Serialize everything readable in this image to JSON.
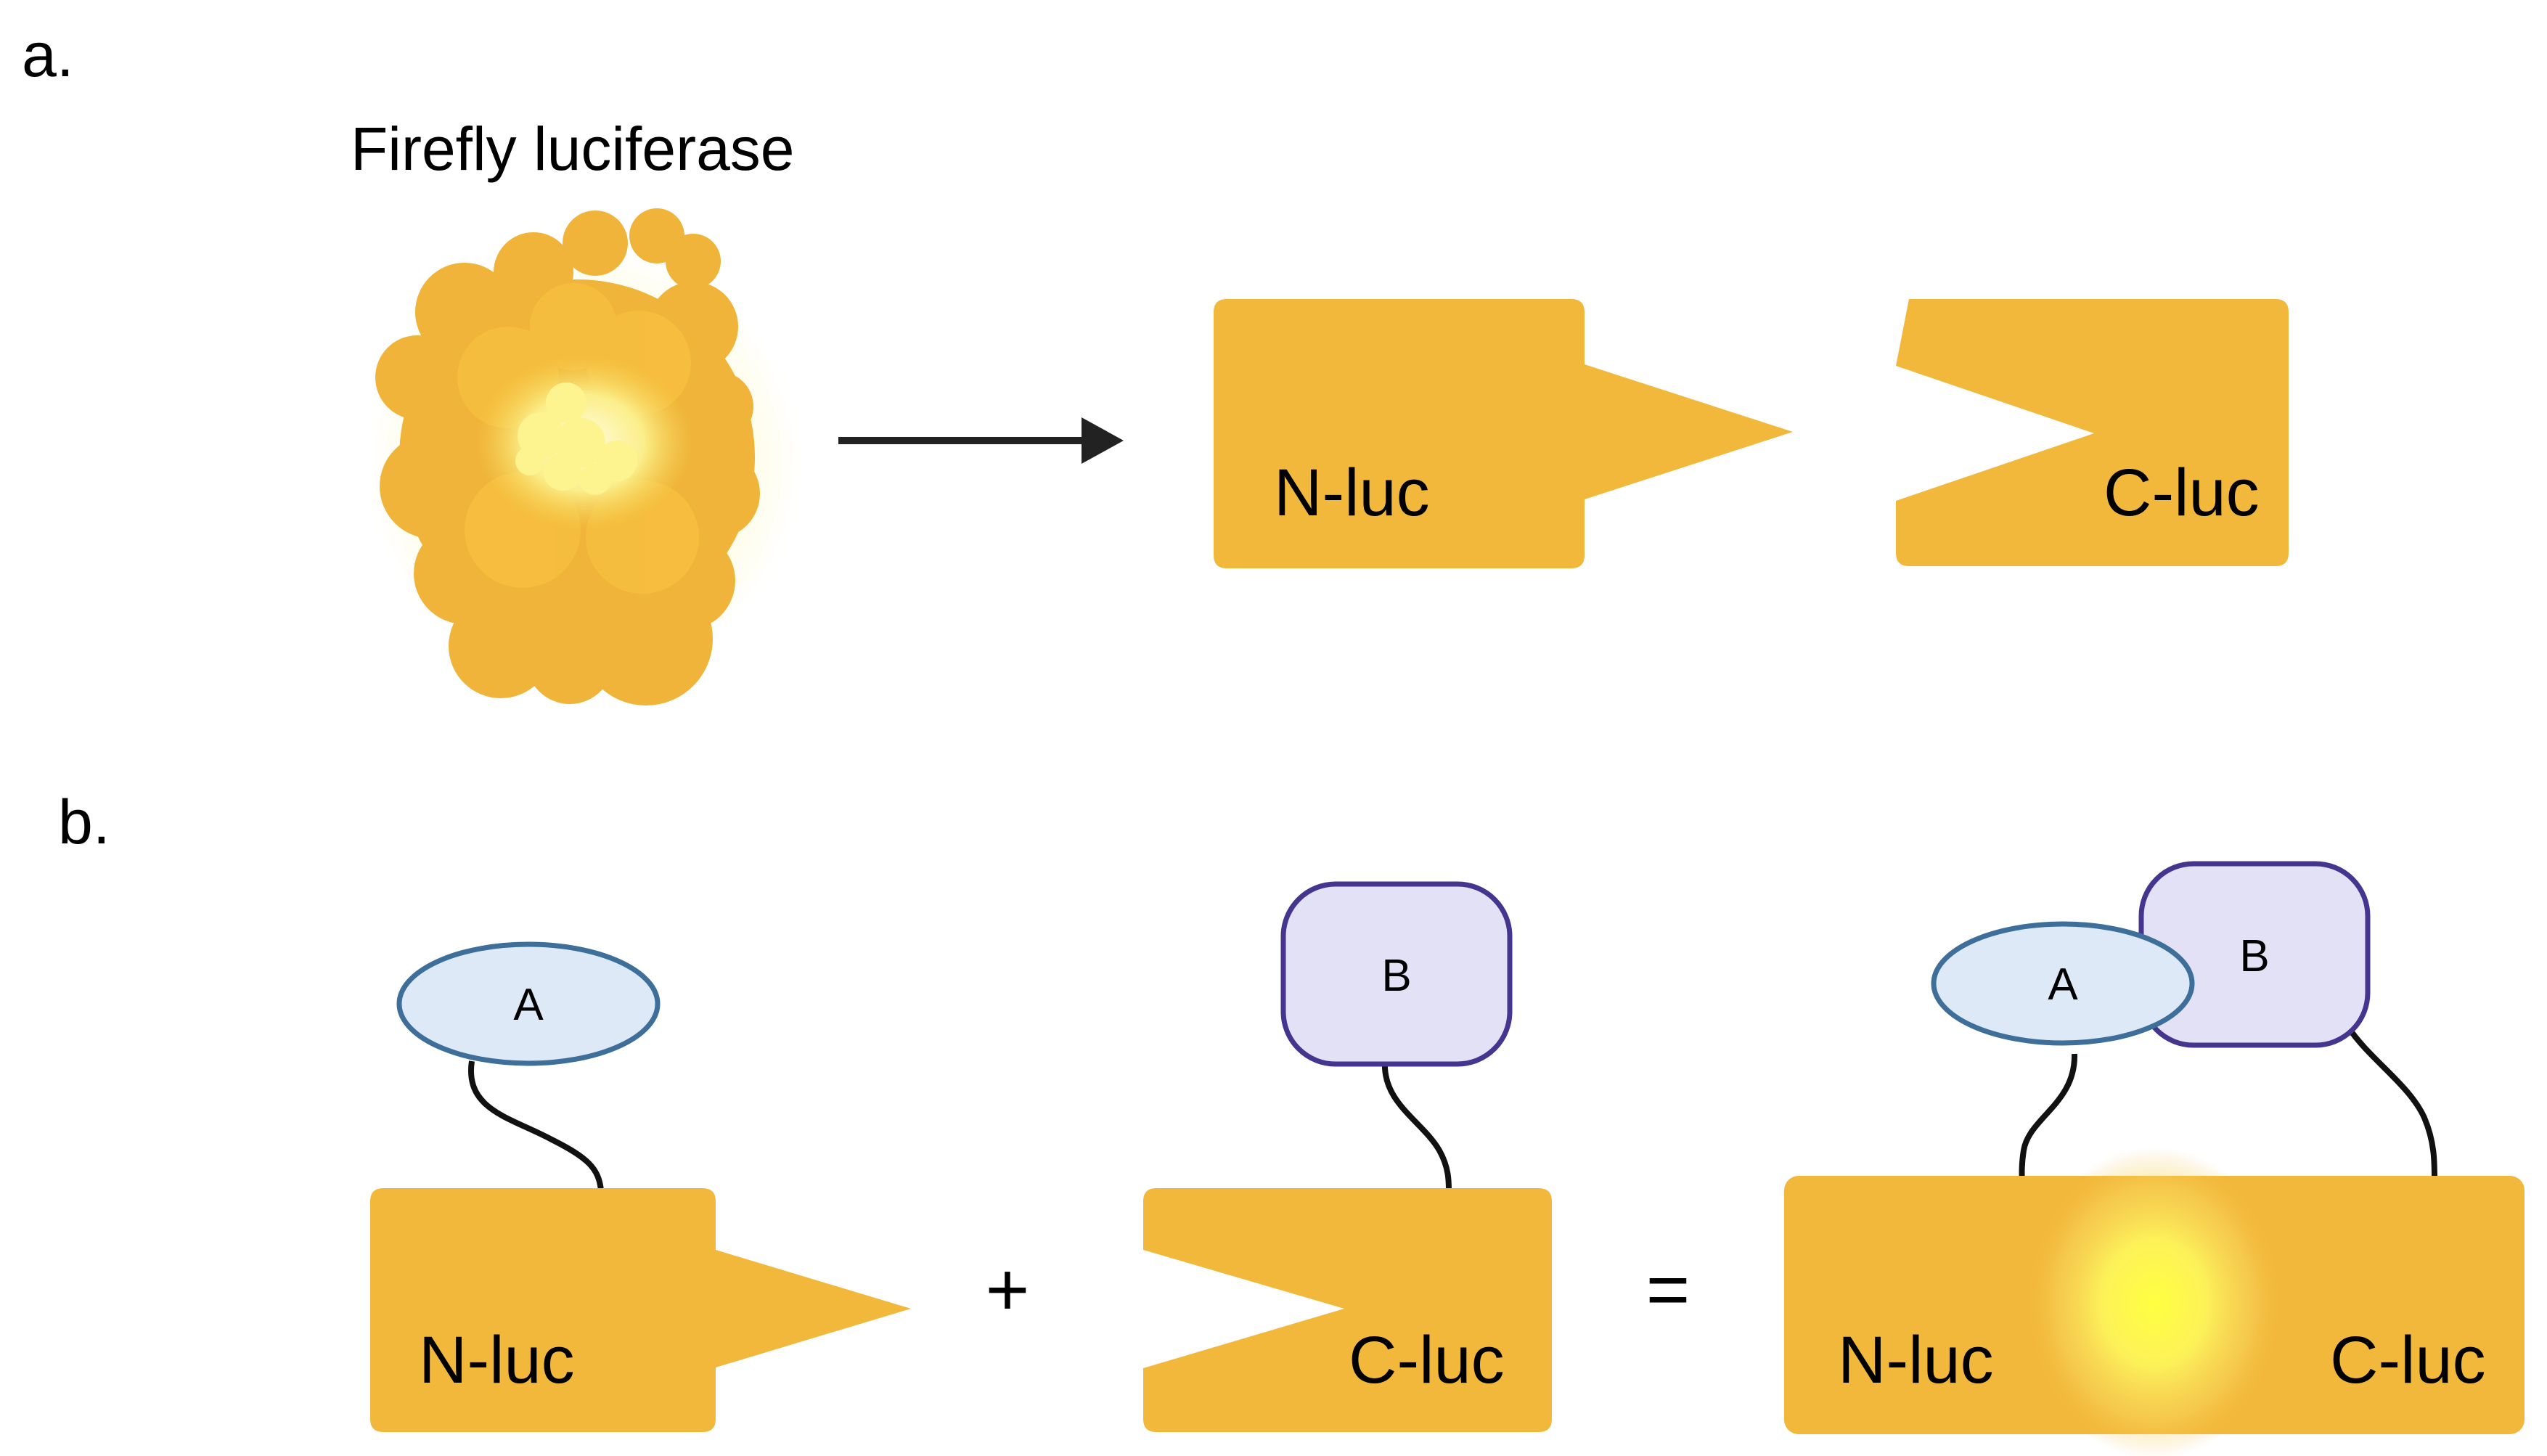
{
  "panels": {
    "a": {
      "label": "a.",
      "title": "Firefly luciferase",
      "n_fragment": "N-luc",
      "c_fragment": "C-luc"
    },
    "b": {
      "label": "b.",
      "n_fragment": "N-luc",
      "c_fragment": "C-luc",
      "protein_a": "A",
      "protein_b": "B",
      "plus": "+",
      "equals": "=",
      "result_n_fragment": "N-luc",
      "result_c_fragment": "C-luc",
      "result_protein_a": "A",
      "result_protein_b": "B"
    }
  },
  "colors": {
    "luciferase": "#F2B83B",
    "protein_a_fill": "#DDE9F6",
    "protein_a_stroke": "#3E6E9A",
    "protein_b_fill": "#E3E1F5",
    "protein_b_stroke": "#46358F",
    "glow": "#FFFF55",
    "arrow": "#222222"
  }
}
